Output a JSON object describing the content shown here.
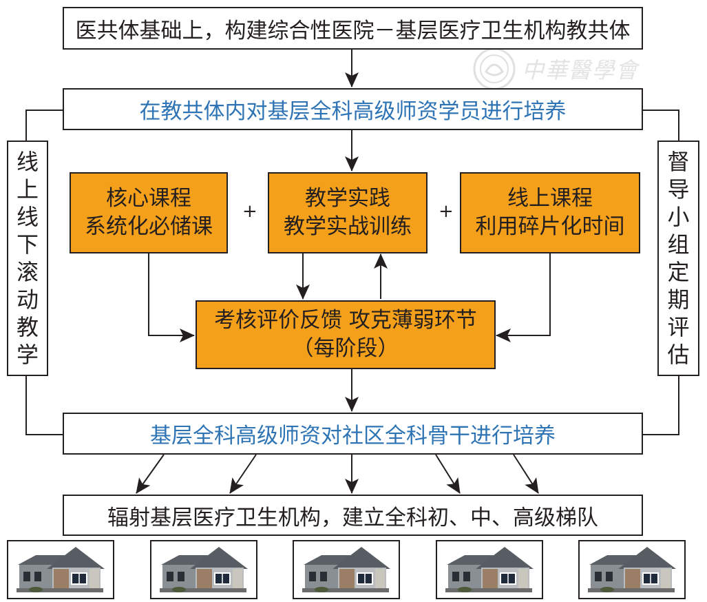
{
  "top_box": "医共体基础上，构建综合性医院－基层医疗卫生机构教共体",
  "train_box": "在教共体内对基层全科高级师资学员进行培养",
  "left_vertical": [
    "线",
    "上",
    "线",
    "下",
    "滚",
    "动",
    "教",
    "学"
  ],
  "right_vertical": [
    "督",
    "导",
    "小",
    "组",
    "定",
    "期",
    "评",
    "估"
  ],
  "modules": [
    {
      "line1": "核心课程",
      "line2": "系统化必储课"
    },
    {
      "line1": "教学实践",
      "line2": "教学实战训练"
    },
    {
      "line1": "线上课程",
      "line2": "利用碎片化时间"
    }
  ],
  "plus_sign": "+",
  "assessment": {
    "line1": "考核评价反馈 攻克薄弱环节",
    "line2": "（每阶段）"
  },
  "community_box": "基层全科高级师资对社区全科骨干进行培养",
  "bottom_box": "辐射基层医疗卫生机构，建立全科初、中、高级梯队",
  "watermark": "中華醫學會",
  "colors": {
    "orange": "#f5a01a",
    "blue_text": "#2e74b5",
    "line": "#231f20"
  },
  "house_count": 5
}
